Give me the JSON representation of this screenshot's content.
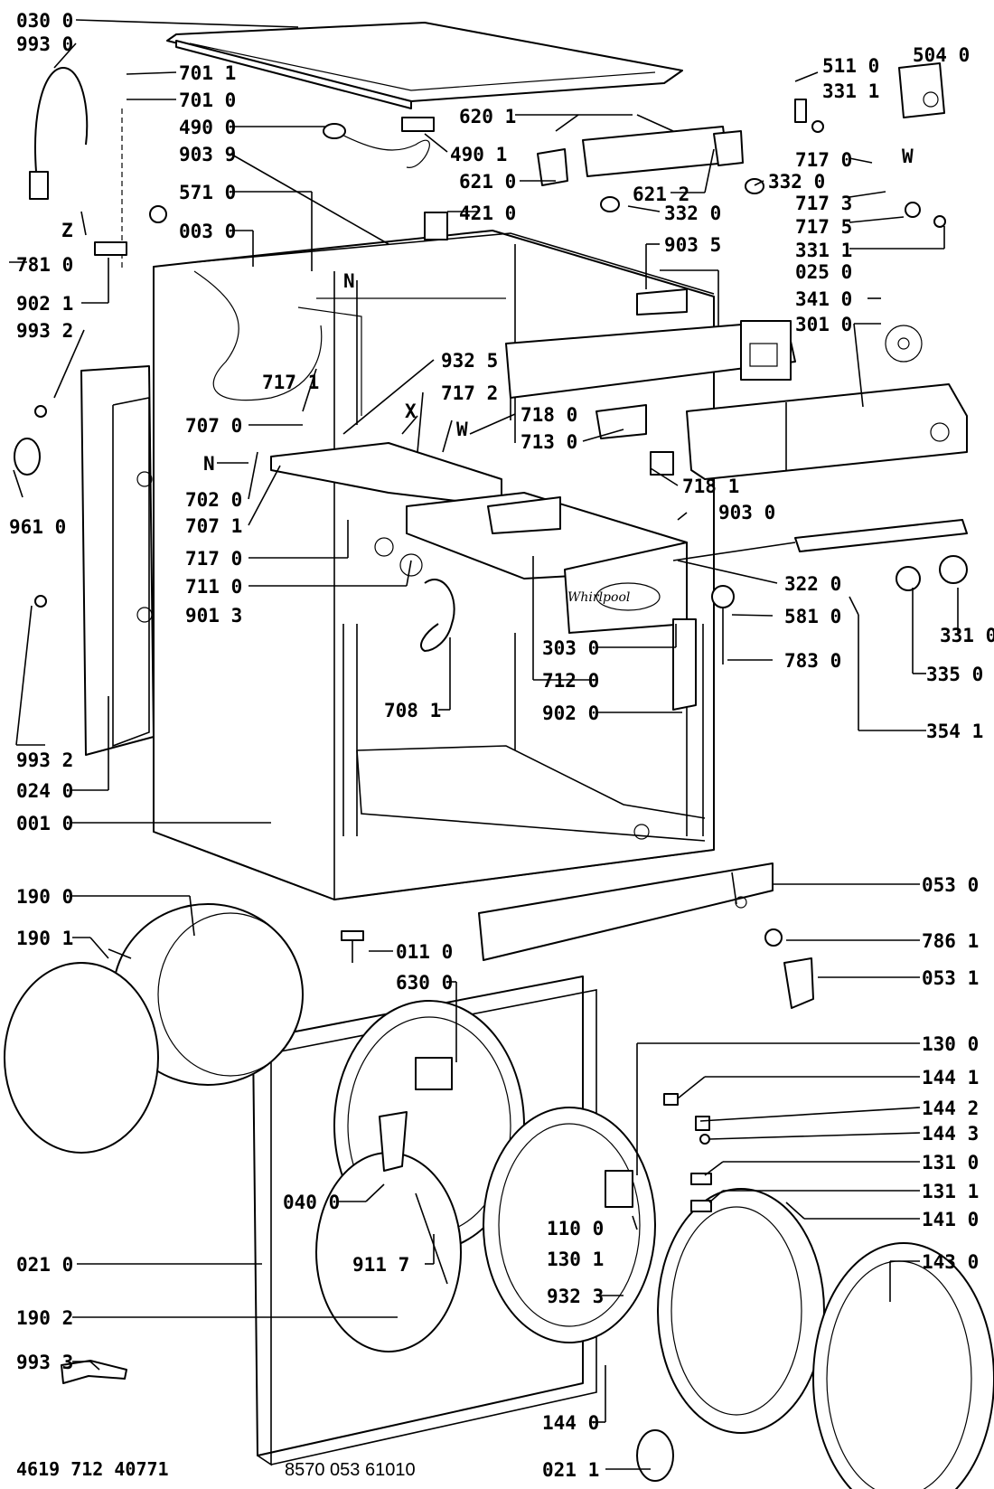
{
  "labels": {
    "l030_0": "030 0",
    "l993_0": "993 0",
    "l701_1": "701 1",
    "l701_0": "701 0",
    "l490_0": "490 0",
    "l903_9": "903 9",
    "l620_1": "620 1",
    "l490_1": "490 1",
    "l511_0": "511 0",
    "l331_1a": "331 1",
    "l504_0": "504 0",
    "l621_0": "621 0",
    "l621_2": "621 2",
    "l717_0a": "717 0",
    "l332_0a": "332 0",
    "l717_3": "717 3",
    "l571_0": "571 0",
    "l003_0": "003 0",
    "l421_0": "421 0",
    "l332_0b": "332 0",
    "l717_5": "717 5",
    "l331_1b": "331 1",
    "lZ": "Z",
    "l781_0": "781 0",
    "l903_5": "903 5",
    "l025_0": "025 0",
    "lN1": "N",
    "l902_1": "902 1",
    "l341_0": "341 0",
    "l993_2a": "993 2",
    "l301_0": "301 0",
    "l932_5": "932 5",
    "l717_1": "717 1",
    "l717_2": "717 2",
    "lX": "X",
    "lW1": "W",
    "lW2": "W",
    "l707_0": "707 0",
    "l718_0": "718 0",
    "l713_0": "713 0",
    "lN2": "N",
    "l718_1": "718 1",
    "l702_0": "702 0",
    "l707_1": "707 1",
    "l961_0": "961 0",
    "l903_0": "903 0",
    "l717_0b": "717 0",
    "l711_0": "711 0",
    "l322_0": "322 0",
    "l901_3": "901 3",
    "l581_0": "581 0",
    "l331_0": "331 0",
    "l303_0": "303 0",
    "l783_0": "783 0",
    "l335_0": "335 0",
    "l712_0": "712 0",
    "l708_1": "708 1",
    "l902_0": "902 0",
    "l354_1": "354 1",
    "l993_2b": "993 2",
    "l024_0": "024 0",
    "l001_0": "001 0",
    "l053_0": "053 0",
    "l190_0": "190 0",
    "l786_1": "786 1",
    "l190_1": "190 1",
    "l011_0": "011 0",
    "l630_0": "630 0",
    "l053_1": "053 1",
    "l130_0": "130 0",
    "l144_1": "144 1",
    "l144_2": "144 2",
    "l144_3": "144 3",
    "l131_0": "131 0",
    "l131_1": "131 1",
    "l040_0": "040 0",
    "l110_0": "110 0",
    "l141_0": "141 0",
    "l130_1": "130 1",
    "l911_7": "911 7",
    "l932_3": "932 3",
    "l021_0": "021 0",
    "l143_0": "143 0",
    "l190_2": "190 2",
    "l993_3": "993 3",
    "l144_0": "144 0",
    "l021_1": "021 1"
  },
  "brand_text": "Whirlpool",
  "footer": {
    "code_left": "4619 712 40771",
    "code_right": "8570 053 61010"
  }
}
